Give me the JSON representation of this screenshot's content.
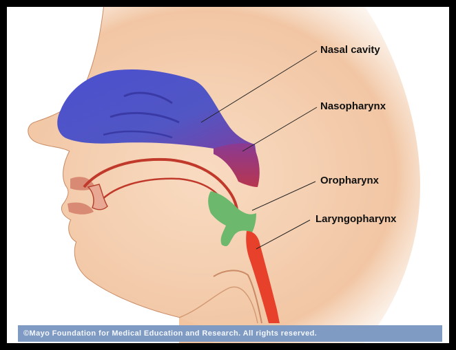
{
  "labels": {
    "nasal_cavity": "Nasal cavity",
    "nasopharynx": "Nasopharynx",
    "oropharynx": "Oropharynx",
    "laryngopharynx": "Laryngopharynx"
  },
  "footer": {
    "copyright": "©Mayo Foundation for Medical Education and Research.  All rights reserved."
  },
  "colors": {
    "skin": "#f3c7a4",
    "skin_shadow": "#e0a27c",
    "nasal_cavity": "#4a4fc9",
    "nasopharynx": "#8a3a8f",
    "oropharynx": "#6bb56b",
    "laryngopharynx": "#e8412b",
    "footer_bar": "#7f9bc4"
  }
}
